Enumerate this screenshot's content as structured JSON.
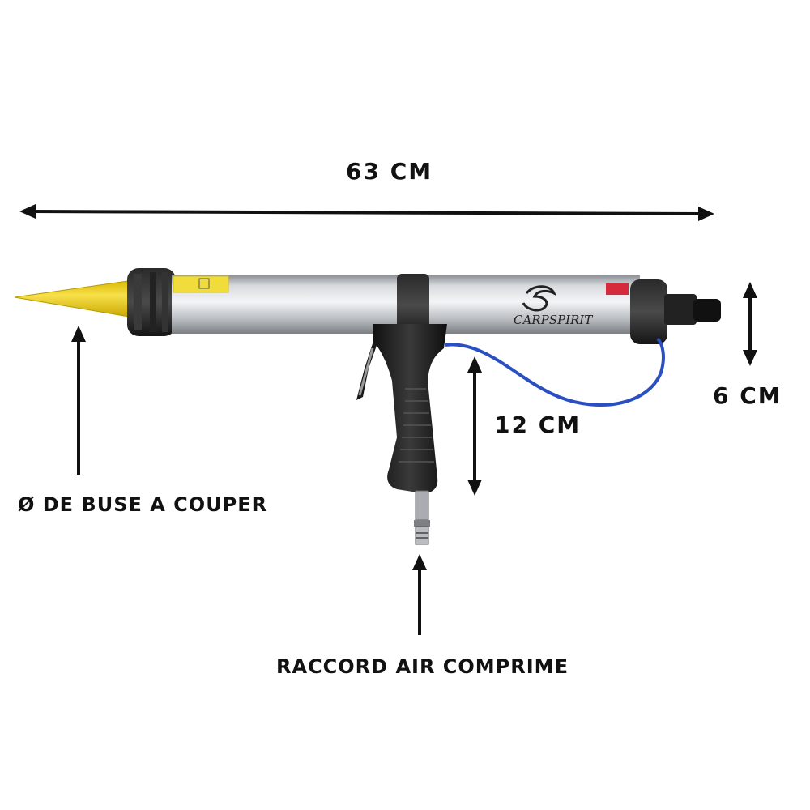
{
  "dimensions": {
    "length": "63 CM",
    "height": "12 CM",
    "diameter": "6 CM"
  },
  "callouts": {
    "nozzle": "Ø DE BUSE A COUPER",
    "air_fitting": "RACCORD AIR COMPRIME"
  },
  "product": {
    "brand_logo": "CARPSPIRIT",
    "image": "pneumatic-caulking-gun"
  },
  "colors": {
    "nozzle": "#f2d21a",
    "barrel": "#c4c8cc",
    "hose": "#2a4fc0",
    "grip": "#1a1a1a",
    "arrows": "#111111"
  }
}
